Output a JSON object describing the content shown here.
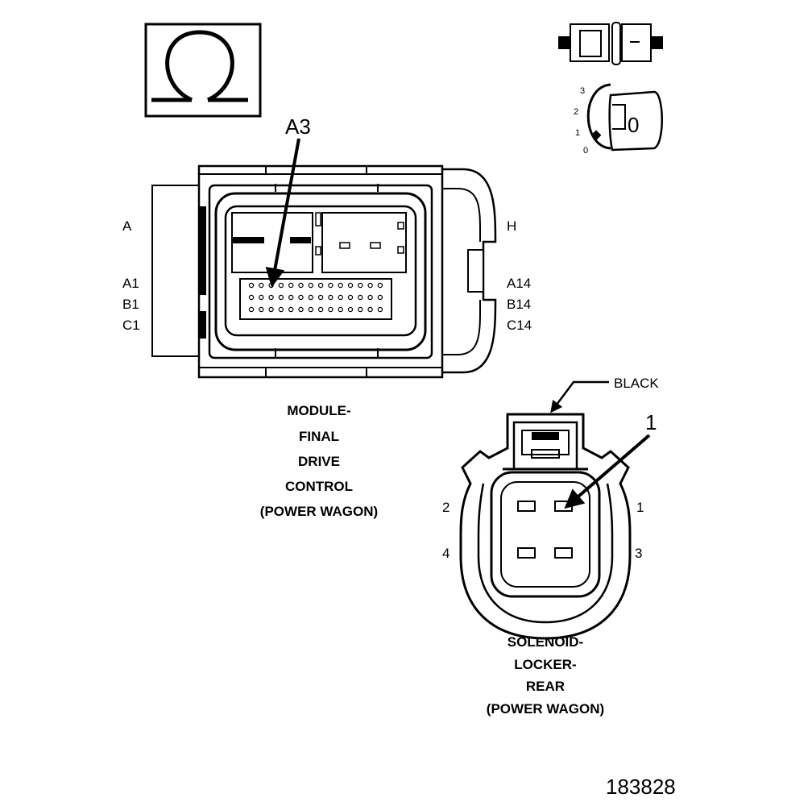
{
  "ohm_symbol": "Ω",
  "switch_icon": {
    "positions": [
      "3",
      "2",
      "1",
      "0"
    ],
    "knob_label": "0"
  },
  "module_connector": {
    "pointer_label": "A3",
    "left_side_labels": [
      "A",
      "A1",
      "B1",
      "C1"
    ],
    "right_side_labels": [
      "H",
      "A14",
      "B14",
      "C14"
    ],
    "pin_rows": 3,
    "pins_per_row": 14,
    "caption": [
      "MODULE-",
      "FINAL",
      "DRIVE",
      "CONTROL",
      "(POWER WAGON)"
    ]
  },
  "solenoid_connector": {
    "color_label": "BLACK",
    "pointer_label": "1",
    "pin_labels": {
      "top_left": "2",
      "top_right": "1",
      "bottom_left": "4",
      "bottom_right": "3"
    },
    "caption": [
      "SOLENOID-",
      "LOCKER-",
      "REAR",
      "(POWER WAGON)"
    ]
  },
  "figure_number": "183828"
}
